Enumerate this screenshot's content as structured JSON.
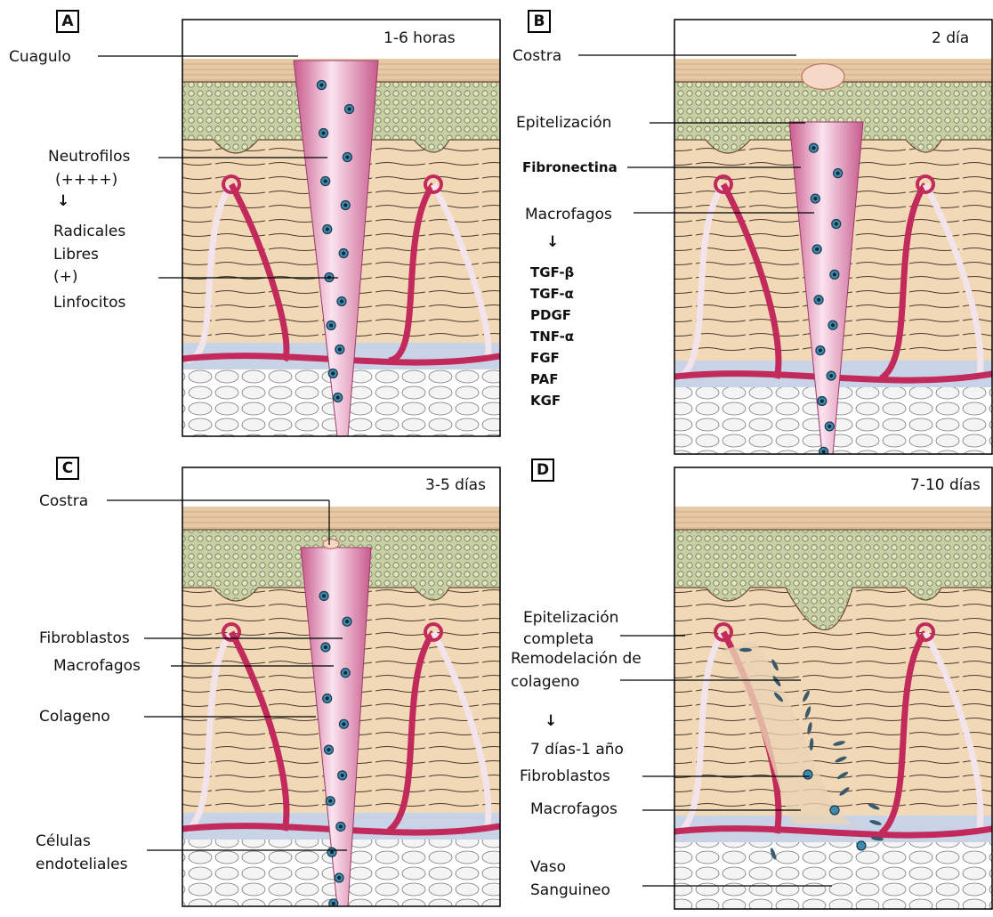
{
  "panels": {
    "a": {
      "letter": "A",
      "time": "1-6 horas",
      "labels": {
        "cuagulo": "Cuagulo",
        "neutrofilos": "Neutrofilos",
        "plus4": "(++++)",
        "radicales": "Radicales",
        "libres": "Libres",
        "plus1": "(+)",
        "linfocitos": "Linfocitos"
      }
    },
    "b": {
      "letter": "B",
      "time": "2 día",
      "labels": {
        "costra": "Costra",
        "epitelizacion": "Epitelización",
        "fibronectina": "Fibronectina",
        "macrofagos": "Macrofagos"
      },
      "factors": [
        "TGF-β",
        "TGF-α",
        "PDGF",
        "TNF-α",
        "FGF",
        "PAF",
        "KGF"
      ]
    },
    "c": {
      "letter": "C",
      "time": "3-5 días",
      "labels": {
        "costra": "Costra",
        "fibroblastos": "Fibroblastos",
        "macrofagos": "Macrofagos",
        "colageno": "Colageno",
        "celulas": "Células",
        "endoteliales": "endoteliales"
      }
    },
    "d": {
      "letter": "D",
      "time": "7-10 días",
      "labels": {
        "epitelizacion": "Epitelización",
        "completa": "completa",
        "remodelacion": "Remodelación de",
        "colageno": "colageno",
        "periodo": "7 días-1 año",
        "fibroblastos": "Fibroblastos",
        "macrofagos": "Macrofagos",
        "vaso": "Vaso",
        "sanguineo": "Sanguineo"
      }
    }
  },
  "colors": {
    "top_skin": "#e8c9a6",
    "epidermis": "#c9cfa5",
    "dermis": "#f1d9b8",
    "fat": "#e4e8f2",
    "vessel": "#c12a5b",
    "wound": "#e7a2c2",
    "cell": "#3d8ab0"
  }
}
